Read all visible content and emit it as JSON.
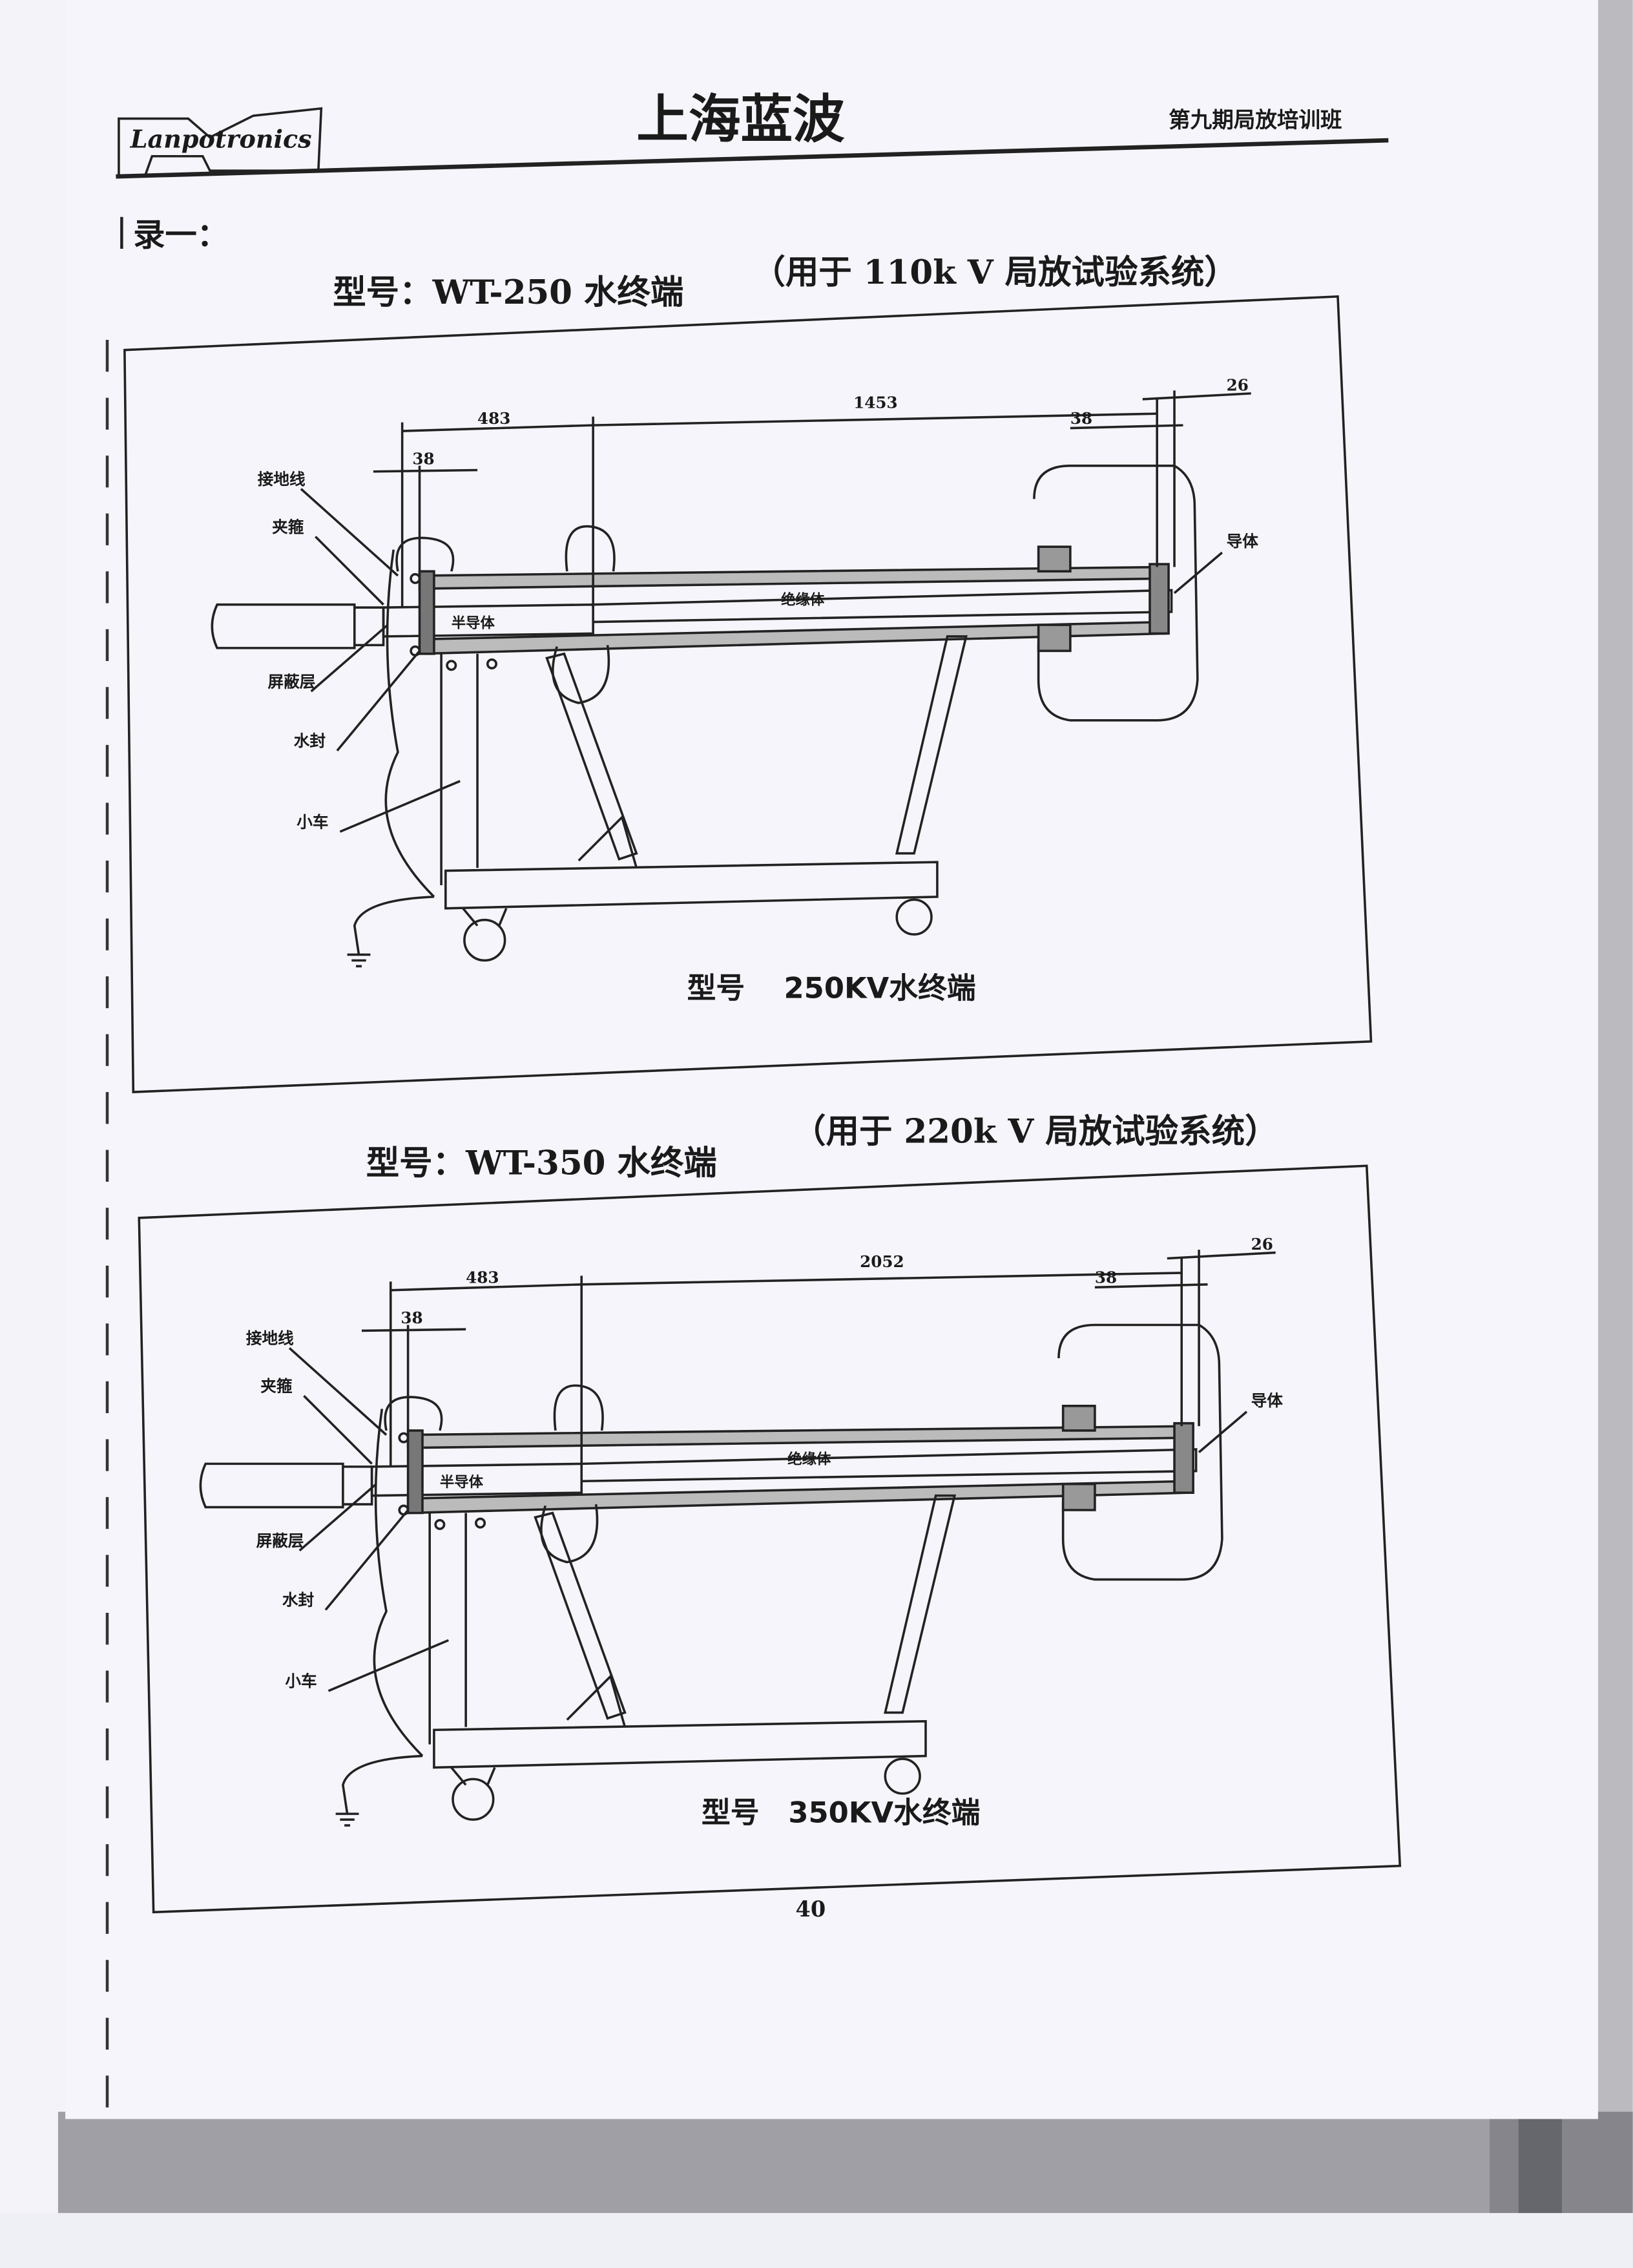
{
  "header": {
    "logo_text": "Lanpotronics",
    "company": "上海蓝波",
    "course": "第九期局放培训班"
  },
  "appendix_label": "录一：",
  "sections": [
    {
      "title_model": "型号：WT-250 水终端",
      "title_purpose": "（用于 110k V 局放试验系统）",
      "caption": "型号　 250KV水终端",
      "labels": {
        "ground_wire": "接地线",
        "clamp": "夹箍",
        "shield": "屏蔽层",
        "water_seal": "水封",
        "cart": "小车",
        "semiconductor": "半导体",
        "insulator": "绝缘体",
        "conductor": "导体"
      },
      "dims": {
        "left_total": "483",
        "main": "1453",
        "right_gap": "26",
        "right_offset": "38",
        "left_offset": "38"
      }
    },
    {
      "title_model": "型号：WT-350 水终端",
      "title_purpose": "（用于 220k V 局放试验系统）",
      "caption": "型号　350KV水终端",
      "labels": {
        "ground_wire": "接地线",
        "clamp": "夹箍",
        "shield": "屏蔽层",
        "water_seal": "水封",
        "cart": "小车",
        "semiconductor": "半导体",
        "insulator": "绝缘体",
        "conductor": "导体"
      },
      "dims": {
        "left_total": "483",
        "main": "2052",
        "right_gap": "26",
        "right_offset": "38",
        "left_offset": "38"
      }
    }
  ],
  "page_number": "40"
}
